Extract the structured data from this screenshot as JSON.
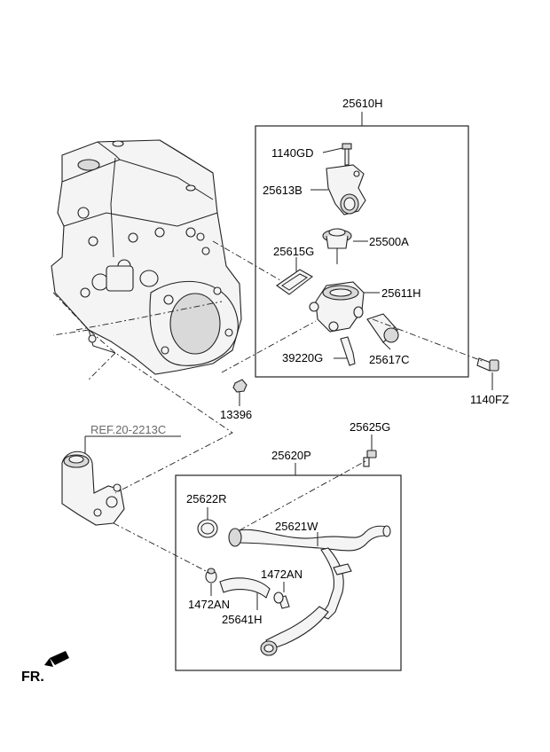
{
  "labels": {
    "assembly_thermostat": "25610H",
    "bolt_1140GD": "1140GD",
    "fitting_25613B": "25613B",
    "thermostat_25500A": "25500A",
    "gasket_25615G": "25615G",
    "housing_25611H": "25611H",
    "sensor_39220G": "39220G",
    "pipe_25617C": "25617C",
    "bolt_1140FZ": "1140FZ",
    "nut_13396": "13396",
    "bolt_25625G": "25625G",
    "assembly_pipe": "25620P",
    "oring_25622R": "25622R",
    "pipe_25621W": "25621W",
    "clamp_1472AN_right": "1472AN",
    "clamp_1472AN_left": "1472AN",
    "hose_25641H": "25641H"
  },
  "reference": "REF.20-2213C",
  "front_marker": "FR."
}
